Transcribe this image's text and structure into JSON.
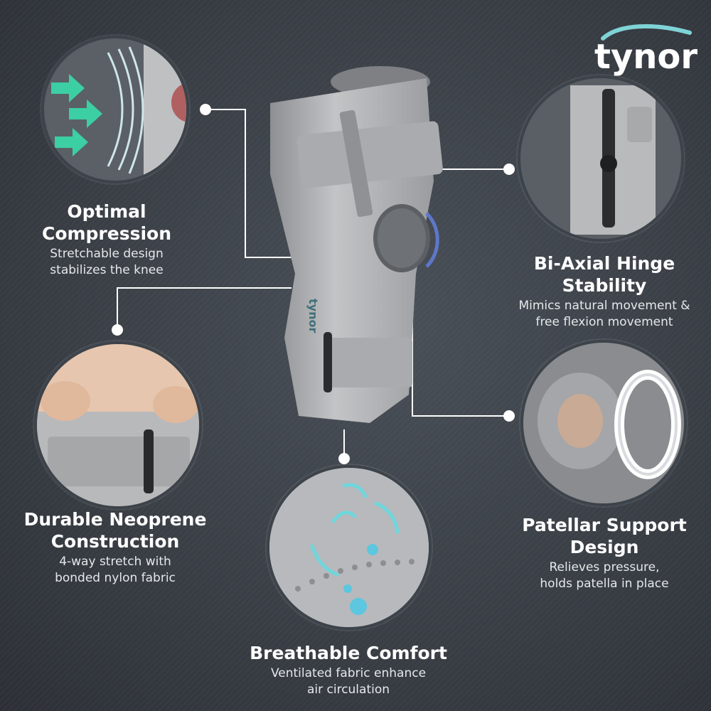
{
  "brand": {
    "name": "tynor",
    "color": "#7fd3d6"
  },
  "colors": {
    "background": "#3a3f46",
    "accent_arrow": "#3ccfa4",
    "text": "#ffffff"
  },
  "product": {
    "label_on_brace": "tynor"
  },
  "features": [
    {
      "title": "Optimal Compression",
      "desc_line1": "Stretchable design",
      "desc_line2": "stabilizes the knee"
    },
    {
      "title_line1": "Bi-Axial Hinge",
      "title_line2": "Stability",
      "desc_line1": "Mimics natural movement &",
      "desc_line2": "free flexion movement"
    },
    {
      "title_line1": "Durable Neoprene",
      "title_line2": "Construction",
      "desc_line1": "4-way stretch with",
      "desc_line2": "bonded nylon fabric"
    },
    {
      "title_line1": "Patellar Support",
      "title_line2": "Design",
      "desc_line1": "Relieves pressure,",
      "desc_line2": "holds patella in place"
    },
    {
      "title": "Breathable Comfort",
      "desc_line1": "Ventilated fabric enhance",
      "desc_line2": "air circulation"
    }
  ],
  "icons": [
    "compression-arrows-icon",
    "hinge-icon",
    "strap-icon",
    "patella-pad-icon",
    "airflow-icon"
  ]
}
